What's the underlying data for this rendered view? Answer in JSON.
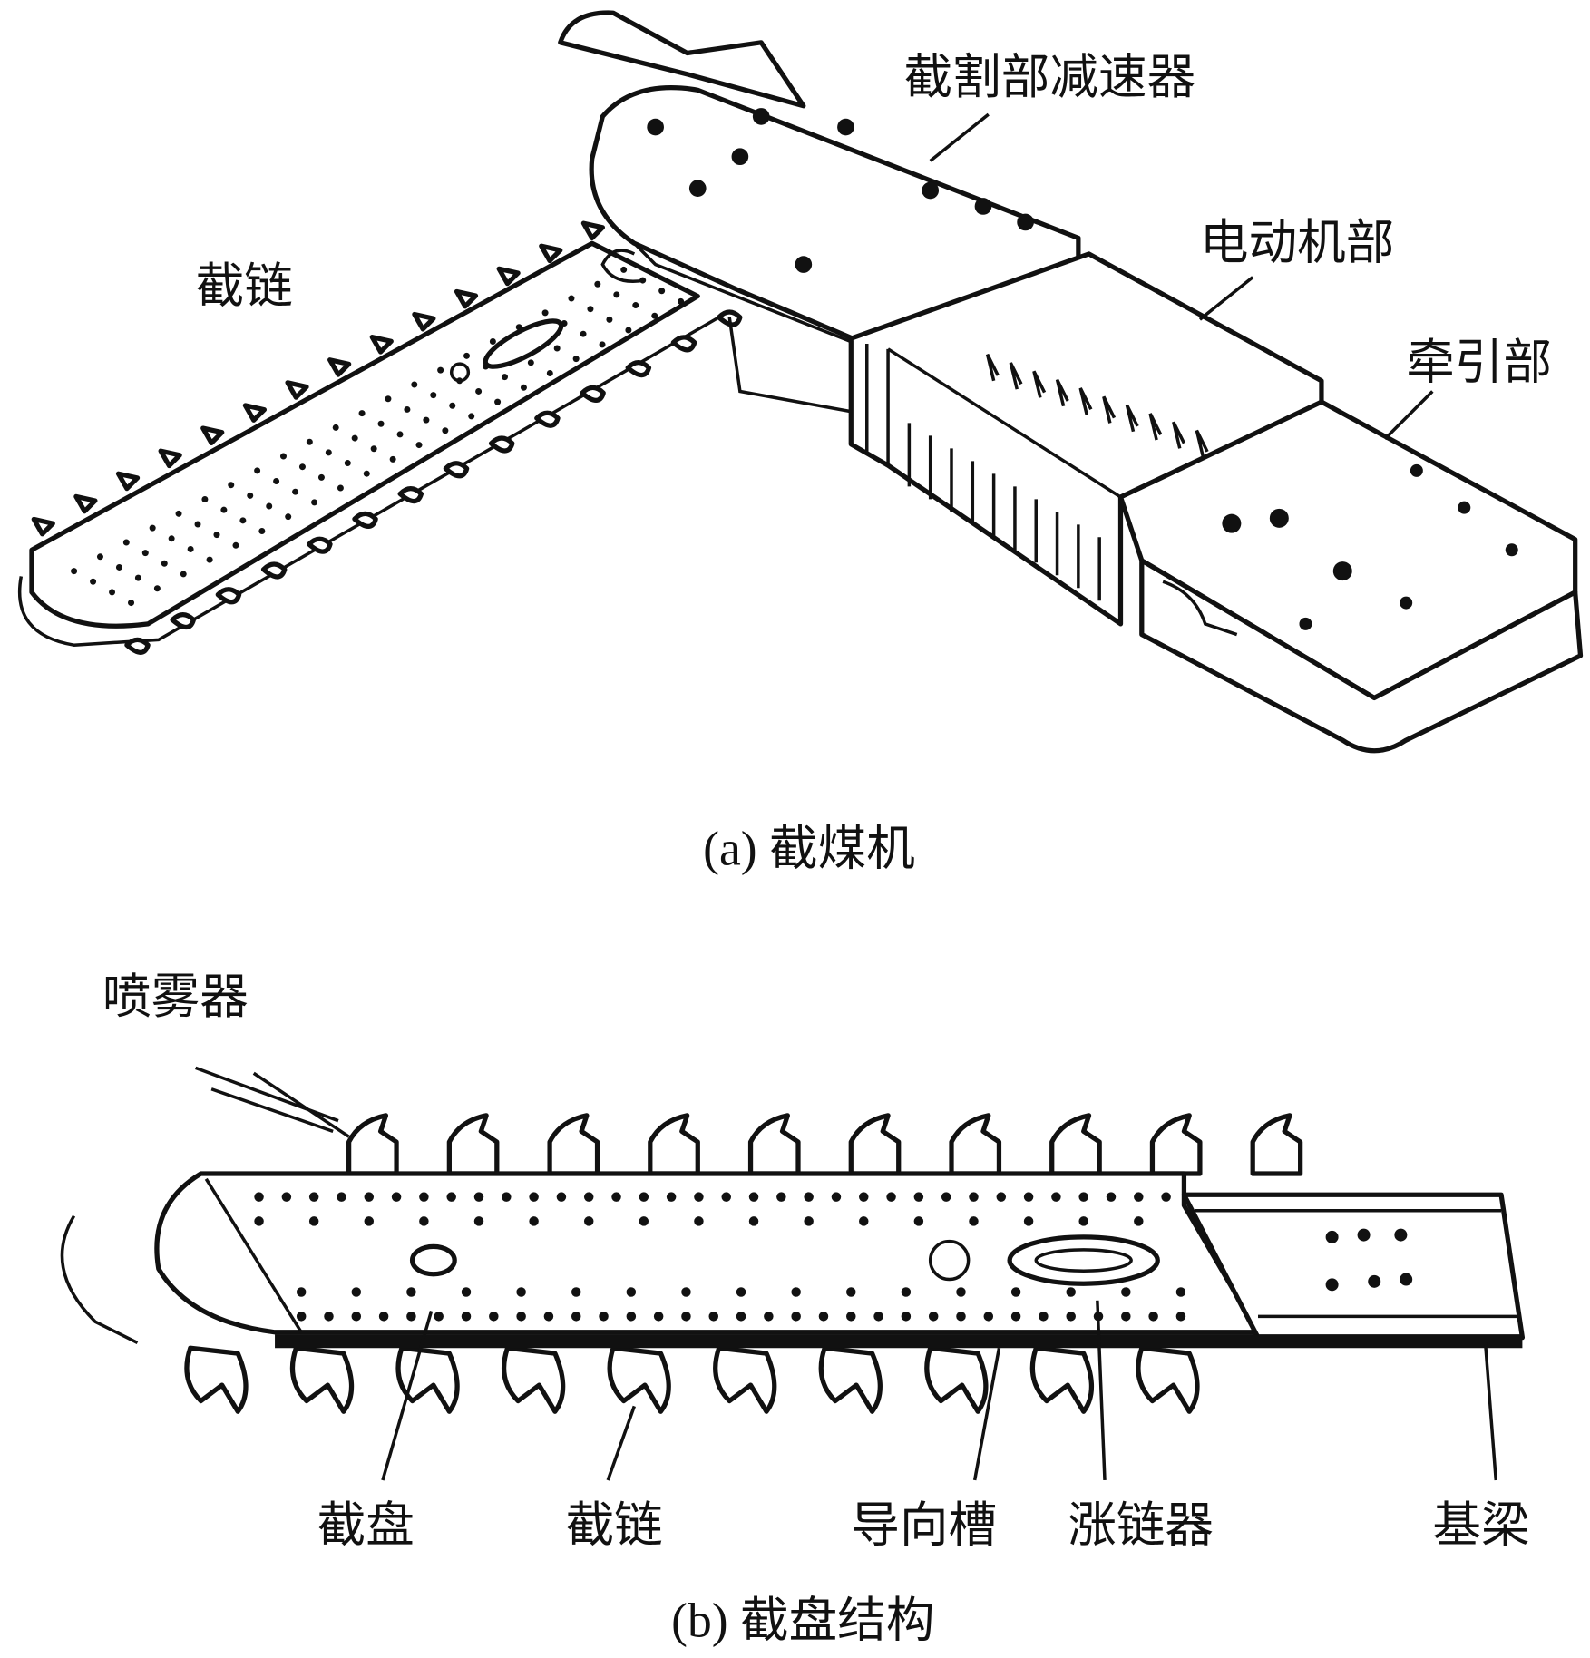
{
  "figure_a": {
    "caption": "(a) 截煤机",
    "labels": {
      "reducer": "截割部减速器",
      "motor": "电动机部",
      "traction": "牵引部",
      "chain": "截链"
    }
  },
  "figure_b": {
    "caption": "(b) 截盘结构",
    "labels": {
      "sprayer": "喷雾器",
      "cutter_disc": "截盘",
      "chain": "截链",
      "guide_groove": "导向槽",
      "tensioner": "涨链器",
      "base_beam": "基梁"
    }
  }
}
